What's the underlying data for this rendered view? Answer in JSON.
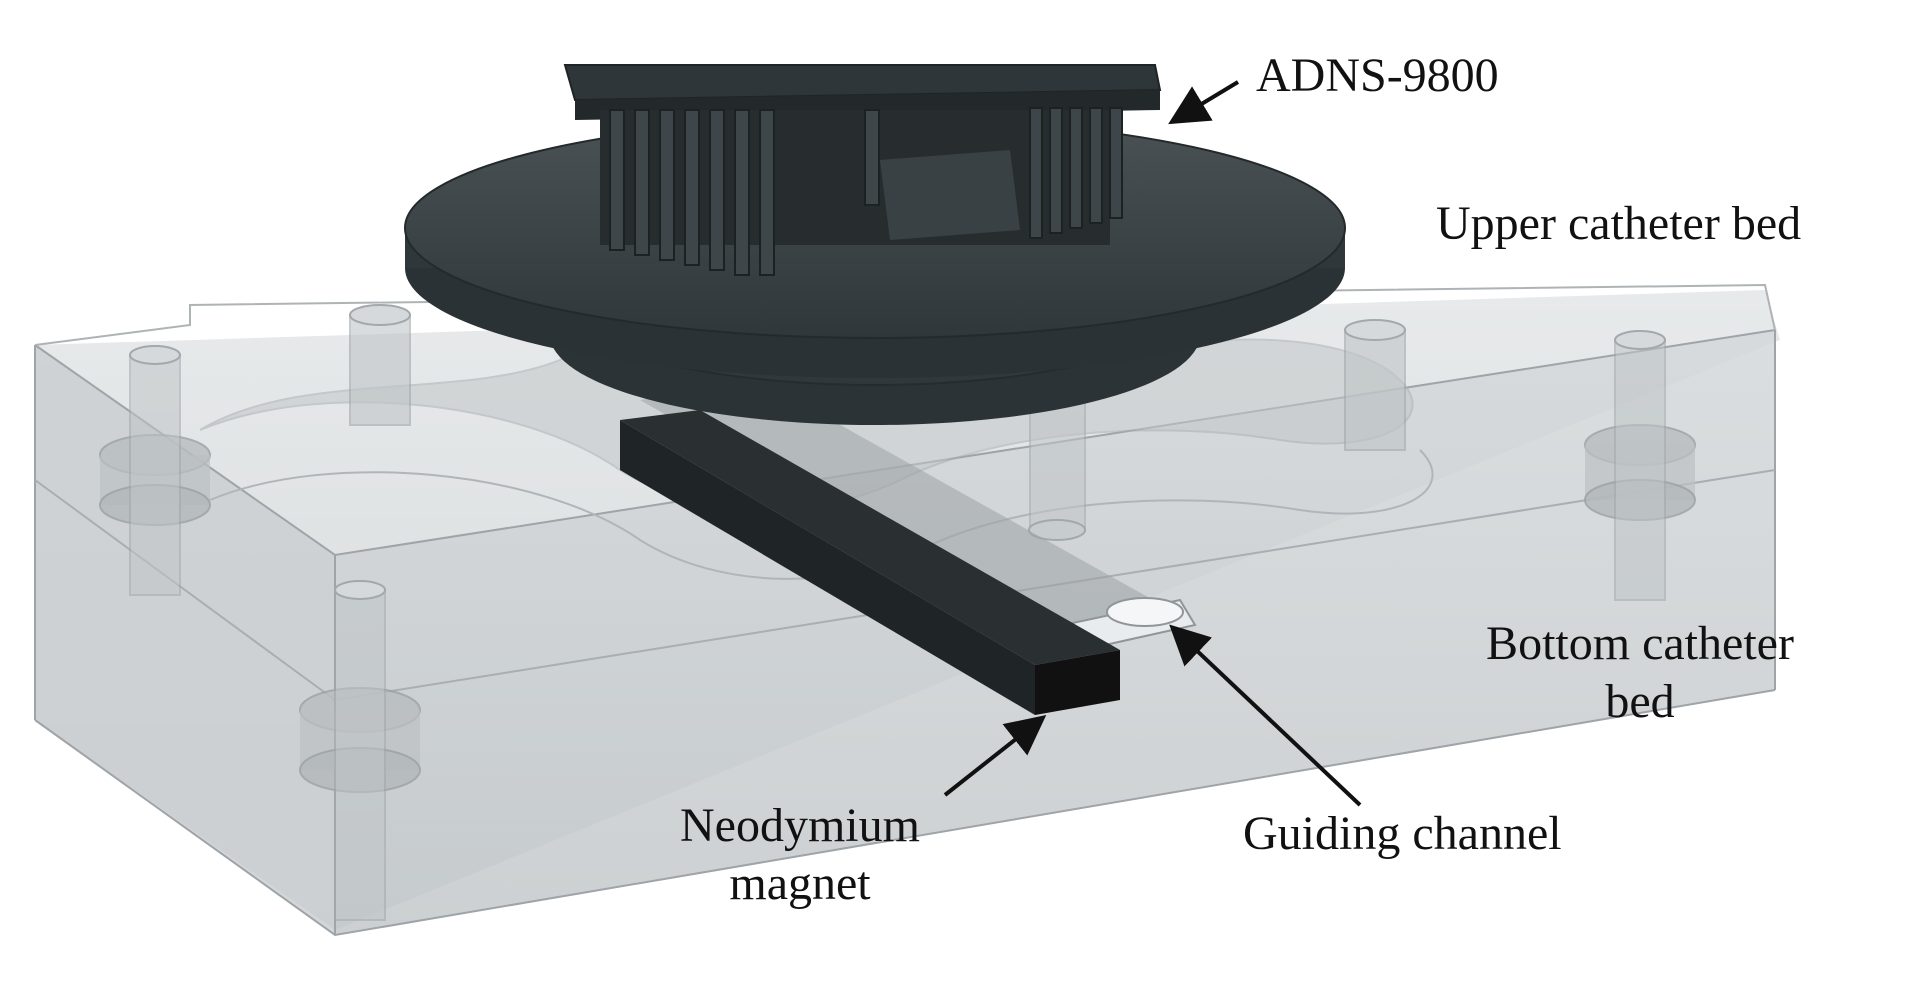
{
  "labels": {
    "sensor": "ADNS-9800",
    "upper_bed": "Upper catheter bed",
    "bottom_bed_line1": "Bottom catheter",
    "bottom_bed_line2": "bed",
    "guiding_channel": "Guiding channel",
    "magnet_line1": "Neodymium",
    "magnet_line2": "magnet"
  },
  "colors": {
    "background": "#ffffff",
    "housing": "#bfc4c6",
    "dark_parts": "#3b4245",
    "magnet": "#141414",
    "arrow": "#111111"
  }
}
